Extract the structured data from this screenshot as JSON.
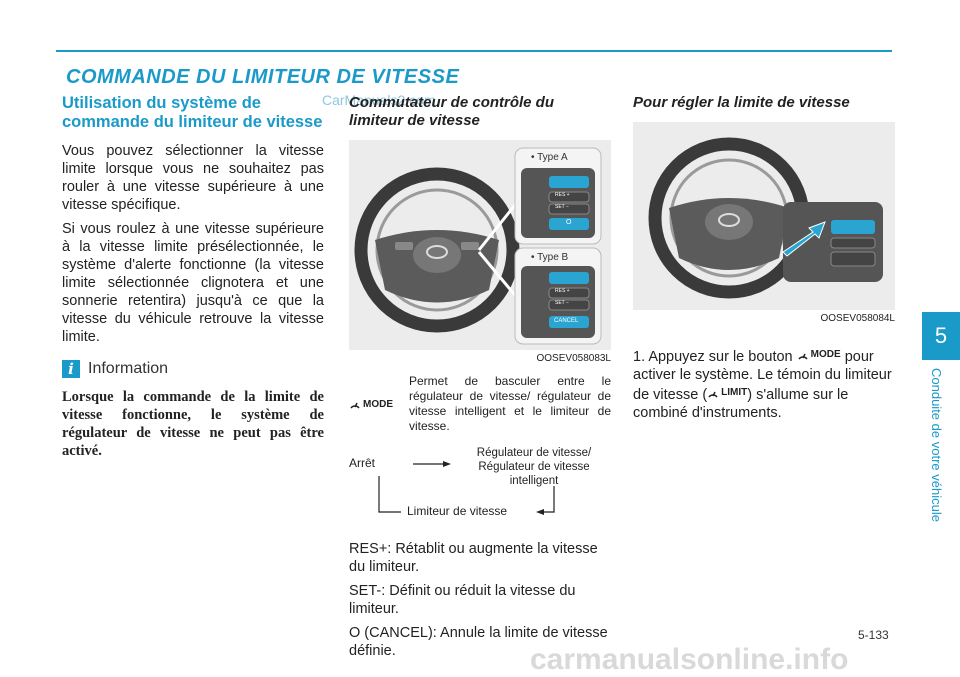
{
  "header": {
    "section_title": "COMMANDE DU LIMITEUR DE VITESSE",
    "watermark": "CarManuals2.com"
  },
  "col1": {
    "subtitle": "Utilisation du système de commande du limiteur de vitesse",
    "para1": "Vous pouvez sélectionner la vitesse limite lorsque vous ne souhaitez pas rouler à une vitesse supérieure à une vitesse spécifique.",
    "para2": "Si vous roulez à une vitesse supérieure à la vitesse limite présélectionnée, le système d'alerte fonctionne (la vitesse limite sélectionnée clignotera et une sonnerie retentira) jusqu'à ce que la vitesse du véhicule retrouve la vitesse limite.",
    "info_icon": "i",
    "info_title": "Information",
    "info_body": "Lorsque la commande de la limite de vitesse fonctionne, le système de régulateur de vitesse ne peut pas être activé."
  },
  "col2": {
    "title": "Commutateur de contrôle du limiteur de vitesse",
    "type_a": "• Type A",
    "type_b": "• Type B",
    "img_code": "OOSEV058083L",
    "btn_res": "RES +",
    "btn_set": "SET −",
    "btn_cancel": "CANCEL",
    "btn_o": "O",
    "mode_label": "MODE",
    "mode_desc": "Permet de basculer entre le régulateur de vitesse/ régulateur de vitesse intelligent et le limiteur de vitesse.",
    "flow_arret": "Arrêt",
    "flow_reg": "Régulateur de vitesse/ Régulateur de vitesse intelligent",
    "flow_limiter": "Limiteur de vitesse",
    "res_text": "RES+: Rétablit ou augmente la vitesse du limiteur.",
    "set_text": "SET-: Définit ou réduit la vitesse du limiteur.",
    "cancel_text": "O (CANCEL): Annule la limite de vitesse définie."
  },
  "col3": {
    "title": "Pour régler la limite de vitesse",
    "img_code": "OOSEV058084L",
    "step1_a": "1. Appuyez sur le bouton",
    "mode_label": "MODE",
    "step1_b": "pour activer le système. Le témoin du limiteur de vitesse (",
    "limit_label": "LIMIT",
    "step1_c": ") s'allume sur le combiné d'instruments."
  },
  "sidebar": {
    "chapter": "5",
    "chapter_title": "Conduite de votre véhicule"
  },
  "footer": {
    "page_number": "5-133",
    "site": "carmanualsonline.info"
  },
  "colors": {
    "accent": "#1a9ac9"
  }
}
